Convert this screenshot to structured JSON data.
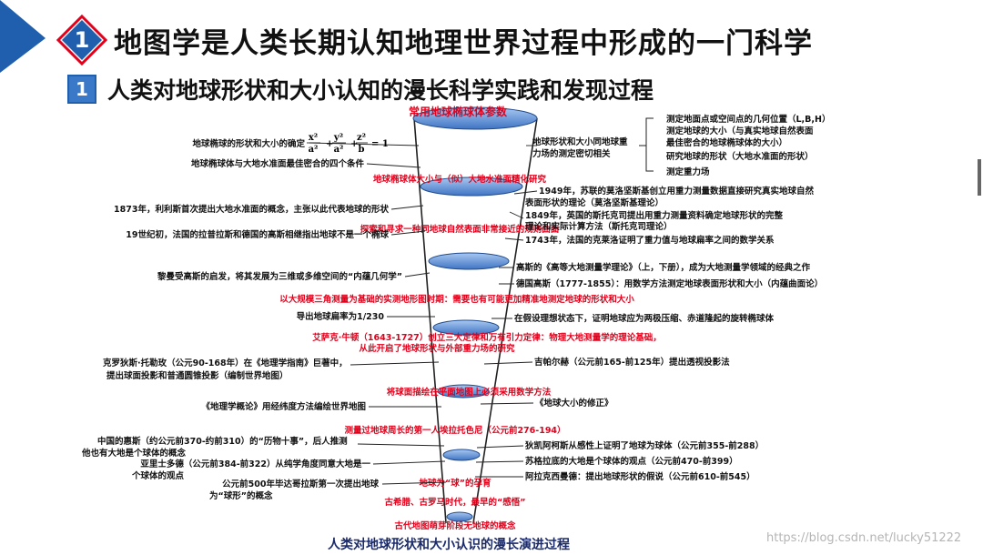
{
  "slide": {
    "number": "1",
    "title": "地图学是人类长期认知地理世界过程中形成的一门科学",
    "sub_number": "1",
    "subtitle": "人类对地球形状和大小认知的漫长科学实践和发现过程"
  },
  "funnel": {
    "top_label": "常用地球椭球体参数",
    "stages": [
      "地球椭球体大小与（似）大地水准面精化研究",
      "探索和寻求一种同地球自然表面非常接近的规则曲面",
      "以大规模三角测量为基础的实测地形图时期：需要也有可能更加精准地测定地球的形状和大小",
      "艾萨克·牛顿（1643-1727）创立三大定律和万有引力定律：物理大地测量学的理论基础，",
      "从此开启了地球形状与外部重力场的研究",
      "将球面描绘在平面地图上必须采用数学方法",
      "测量过地球周长的第一人埃拉托色尼（公元前276-194）",
      "地球为“球”的孕育",
      "古希腊、古罗马时代，最早的“感悟”",
      "古代地图萌芽阶段无地球的概念"
    ],
    "caption": "人类对地球形状和大小认识的漫长演进过程"
  },
  "left_notes": [
    "地球椭球的形状和大小的确定",
    "地球椭球体与大地水准面最佳密合的四个条件",
    "1873年，利利斯首次提出大地水准面的概念，主张以此代表地球的形状",
    "19世纪初，法国的拉普拉斯和德国的高斯相继指出地球不是一个椭球",
    "黎曼受高斯的启发，将其发展为三维或多维空间的“内蕴几何学”",
    "导出地球扁率为1/230",
    "克罗狄斯·托勒玫（公元90-168年）在《地理学指南》巨著中，",
    "提出球面投影和普通圆锥投影（编制世界地图）",
    "《地理学概论》用经纬度方法编绘世界地图",
    "中国的惠斯（约公元前370-约前310）的“历物十事”，后人推测",
    "他也有大地是个球体的概念",
    "亚里士多德（公元前384-前322）从纯学角度同意大地是一",
    "个球体的观点",
    "公元前500年毕达哥拉斯第一次提出地球",
    "为“球形”的概念"
  ],
  "formula": {
    "lhs1": "x²",
    "den1": "a²",
    "lhs2": "y²",
    "den2": "a²",
    "lhs3": "z²",
    "den3": "b",
    "rhs": "= 1"
  },
  "right_notes": [
    "地球形状和大小同地球重",
    "力场的测定密切相关",
    "1949年，苏联的莫洛坚斯基创立用重力测量数据直接研究真实地球自然",
    "表面形状的理论（莫洛坚斯基理论）",
    "1849年，英国的斯托克司提出用重力测量资料确定地球形状的完整",
    "理论和实际计算方法（斯托克司理论）",
    "1743年，法国的克莱洛证明了重力值与地球扁率之间的数学关系",
    "高斯的《高等大地测量学理论》（上，下册），成为大地测量学领域的经典之作",
    "德国高斯（1777-1855）：用数学方法测定地球表面形状和大小（内蕴曲面论）",
    "在假设理想状态下，证明地球应为两极压缩、赤道隆起的旋转椭球体",
    "吉帕尔赫（公元前165-前125年）提出透视投影法",
    "《地球大小的修正》",
    "狄凯阿柯斯从感性上证明了地球为球体（公元前355-前288）",
    "苏格拉底的大地是个球体的观点（公元前470-前399）",
    "阿拉克西曼德：提出地球形状的假说（公元前610-前545）"
  ],
  "bracket_items": [
    "测定地面点或空间点的几何位置（L,B,H）",
    "测定地球的大小（与真实地球自然表面",
    "最佳密合的地球椭球体的大小）",
    "研究地球的形状（大地水准面的形状）",
    "测定重力场"
  ],
  "watermark": "https://blog.csdn.net/lucky51222",
  "colors": {
    "accent_blue": "#1f5fae",
    "stage_red": "#e3001b",
    "ellipse_fill": "#5b8fd6"
  }
}
